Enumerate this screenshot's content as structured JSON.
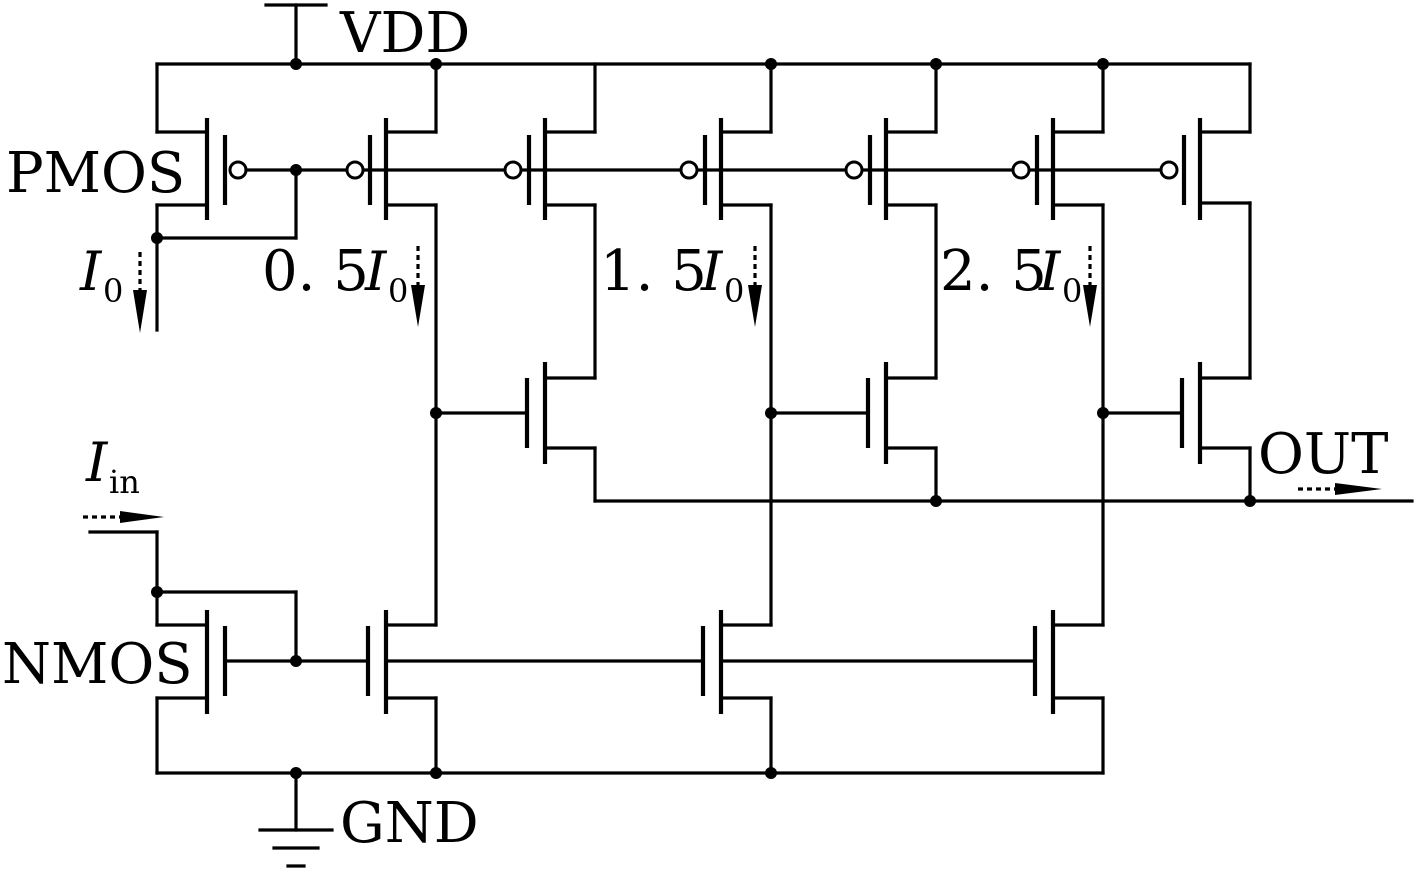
{
  "labels": {
    "vdd": "VDD",
    "gnd": "GND",
    "pmos": "PMOS",
    "nmos": "NMOS",
    "out": "OUT",
    "i_in_main": "I",
    "i_in_sub": "in",
    "i0_main": "I",
    "i0_sub": "0",
    "c1_coef": "0. 5",
    "c2_coef": "1. 5",
    "c3_coef": "2. 5"
  },
  "colors": {
    "line": "#000000",
    "background": "#ffffff"
  }
}
